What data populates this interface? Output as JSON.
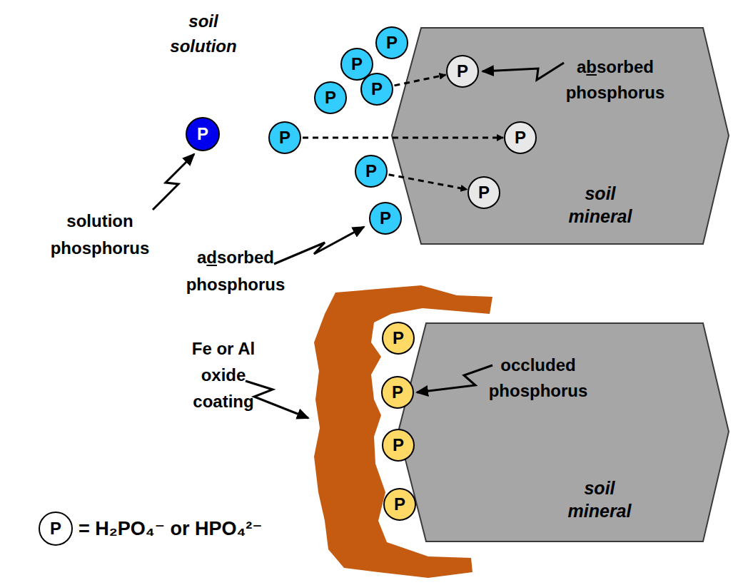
{
  "diagram": {
    "nodes": [
      {
        "text": [
          "soil mineral"
        ]
      },
      {
        "text": [
          "P"
        ],
        "in": 0
      },
      {
        "text": [
          "P"
        ],
        "in": 0
      },
      {
        "text": [
          "P"
        ],
        "in": 0
      },
      {
        "text": [
          "P"
        ]
      },
      {
        "text": [
          "P"
        ]
      },
      {
        "text": [
          "P"
        ]
      },
      {
        "text": [
          "P"
        ]
      },
      {
        "text": [
          "P"
        ]
      },
      {
        "text": [
          "P"
        ]
      },
      {
        "text": [
          "P"
        ]
      },
      {
        "text": [
          "P"
        ]
      },
      {
        "text": [
          "soil mineral"
        ]
      },
      {
        "text": [
          "P"
        ]
      },
      {
        "text": [
          "P"
        ]
      },
      {
        "text": [
          "P"
        ]
      },
      {
        "text": [
          "P"
        ]
      },
      {
        "text": [
          "P"
        ]
      }
    ],
    "edges": [
      {
        "from": 8,
        "to": 1,
        "arrow": "to"
      },
      {
        "from": 9,
        "to": 2,
        "arrow": "to"
      },
      {
        "from": 10,
        "to": 3,
        "arrow": "to"
      }
    ],
    "labels": [
      "soil solution",
      "absorbed phosphorus",
      "solution phosphorus",
      "adsorbed phosphorus",
      "Fe or Al oxide coating",
      "occluded phosphorus",
      "= H₂PO₄⁻ or HPO₄²⁻"
    ]
  }
}
